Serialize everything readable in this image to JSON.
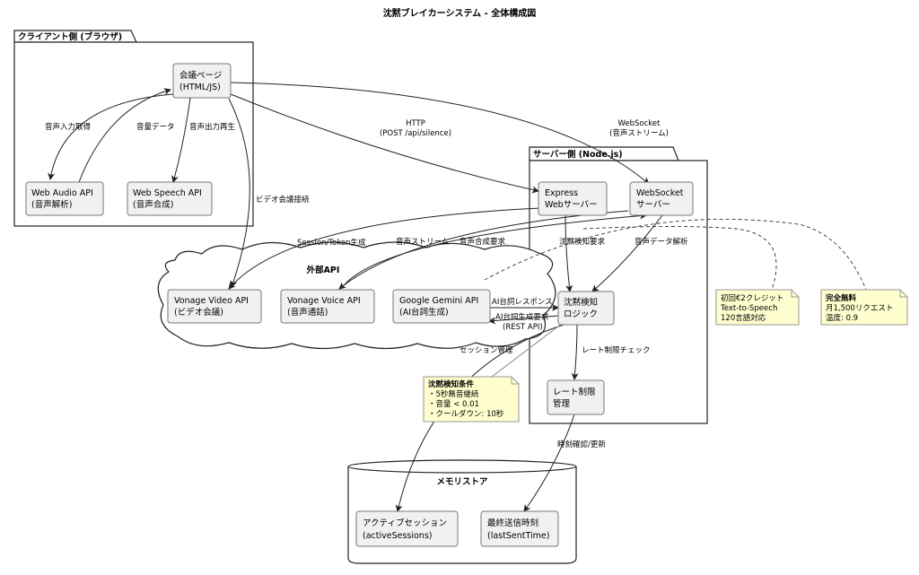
{
  "title": "沈黙ブレイカーシステム - 全体構成図",
  "packages": {
    "client": "クライアント側 (ブラウザ)",
    "server": "サーバー側 (Node.js)",
    "external": "外部API",
    "store": "メモリストア"
  },
  "nodes": {
    "meeting_page": [
      "会議ページ",
      "(HTML/JS)"
    ],
    "web_audio": [
      "Web Audio API",
      "(音声解析)"
    ],
    "web_speech": [
      "Web Speech API",
      "(音声合成)"
    ],
    "express": [
      "Express",
      "Webサーバー"
    ],
    "websocket_server": [
      "WebSocket",
      "サーバー"
    ],
    "silence_logic": [
      "沈黙検知",
      "ロジック"
    ],
    "rate_limit": [
      "レート制限",
      "管理"
    ],
    "vonage_video": [
      "Vonage Video API",
      "(ビデオ会議)"
    ],
    "vonage_voice": [
      "Vonage Voice API",
      "(音声通話)"
    ],
    "gemini": [
      "Google Gemini API",
      "(AI台詞生成)"
    ],
    "active_sessions": [
      "アクティブセッション",
      "(activeSessions)"
    ],
    "last_sent": [
      "最終送信時刻",
      "(lastSentTime)"
    ]
  },
  "edges": {
    "audio_input": "音声入力取得",
    "volume_data": "音量データ",
    "audio_output": "音声出力再生",
    "http": [
      "HTTP",
      "(POST /api/silence)"
    ],
    "websocket": [
      "WebSocket",
      "(音声ストリーム)"
    ],
    "video_connect": "ビデオ会議接続",
    "session_token": "Session/Token生成",
    "audio_stream": "音声ストリーム",
    "speech_request": "音声合成要求",
    "silence_request": "沈黙検知要求",
    "audio_analysis": "音声データ解析",
    "ai_response": "AI台詞レスポンス",
    "ai_request": [
      "AI台詞生成要求",
      "(REST API)"
    ],
    "rate_check": "レート制限チェック",
    "session_manage": "セッション管理",
    "time_check": "時刻確認/更新"
  },
  "notes": {
    "silence_conditions": {
      "title": "沈黙検知条件",
      "lines": [
        "・5秒無音継続",
        "・音量 < 0.01",
        "・クールダウン: 10秒"
      ]
    },
    "vonage_credit": {
      "lines": [
        "初回€2クレジット",
        "Text-to-Speech",
        "120言語対応"
      ]
    },
    "gemini_free": {
      "title": "完全無料",
      "lines": [
        "月1,500リクエスト",
        "温度: 0.9"
      ]
    }
  }
}
